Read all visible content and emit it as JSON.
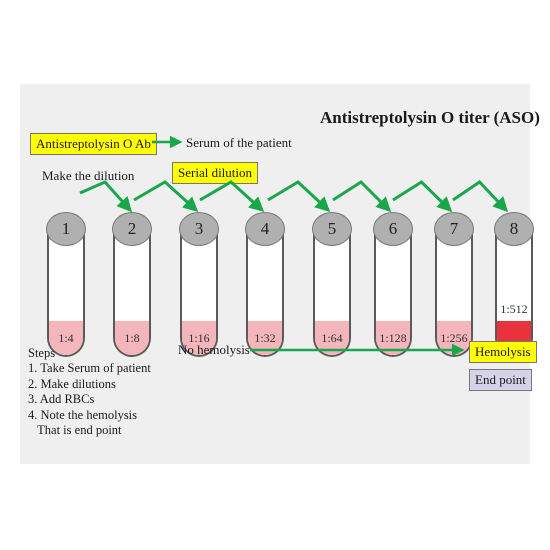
{
  "title": "Antistreptolysin O titer (ASO)",
  "antibody_label": "Antistreptolysin O Ab",
  "serum_label": "Serum of the patient",
  "make_dilution_label": "Make the dilution",
  "serial_dilution_label": "Serial dilution",
  "no_hemolysis_label": "No hemolysis",
  "hemolysis_label": "Hemolysis",
  "end_point_label": "End point",
  "tubes": [
    {
      "number": "1",
      "dilution": "1:4",
      "hemolysis": false
    },
    {
      "number": "2",
      "dilution": "1:8",
      "hemolysis": false
    },
    {
      "number": "3",
      "dilution": "1:16",
      "hemolysis": false
    },
    {
      "number": "4",
      "dilution": "1:32",
      "hemolysis": false
    },
    {
      "number": "5",
      "dilution": "1:64",
      "hemolysis": false
    },
    {
      "number": "6",
      "dilution": "1:128",
      "hemolysis": false
    },
    {
      "number": "7",
      "dilution": "1:256",
      "hemolysis": false
    },
    {
      "number": "8",
      "dilution": "1:512",
      "hemolysis": true
    }
  ],
  "steps": {
    "heading": "Steps",
    "items": [
      "1. Take  Serum of patient",
      "2. Make dilutions",
      "3. Add RBCs",
      "4. Note the hemolysis",
      "   That is end point"
    ]
  },
  "colors": {
    "arrow": "#1aa64a",
    "pink_liquid": "#f4b6bb",
    "red_liquid": "#e8323c",
    "highlight_yellow": "#ffff00",
    "end_point_box": "#d5d2ea"
  }
}
